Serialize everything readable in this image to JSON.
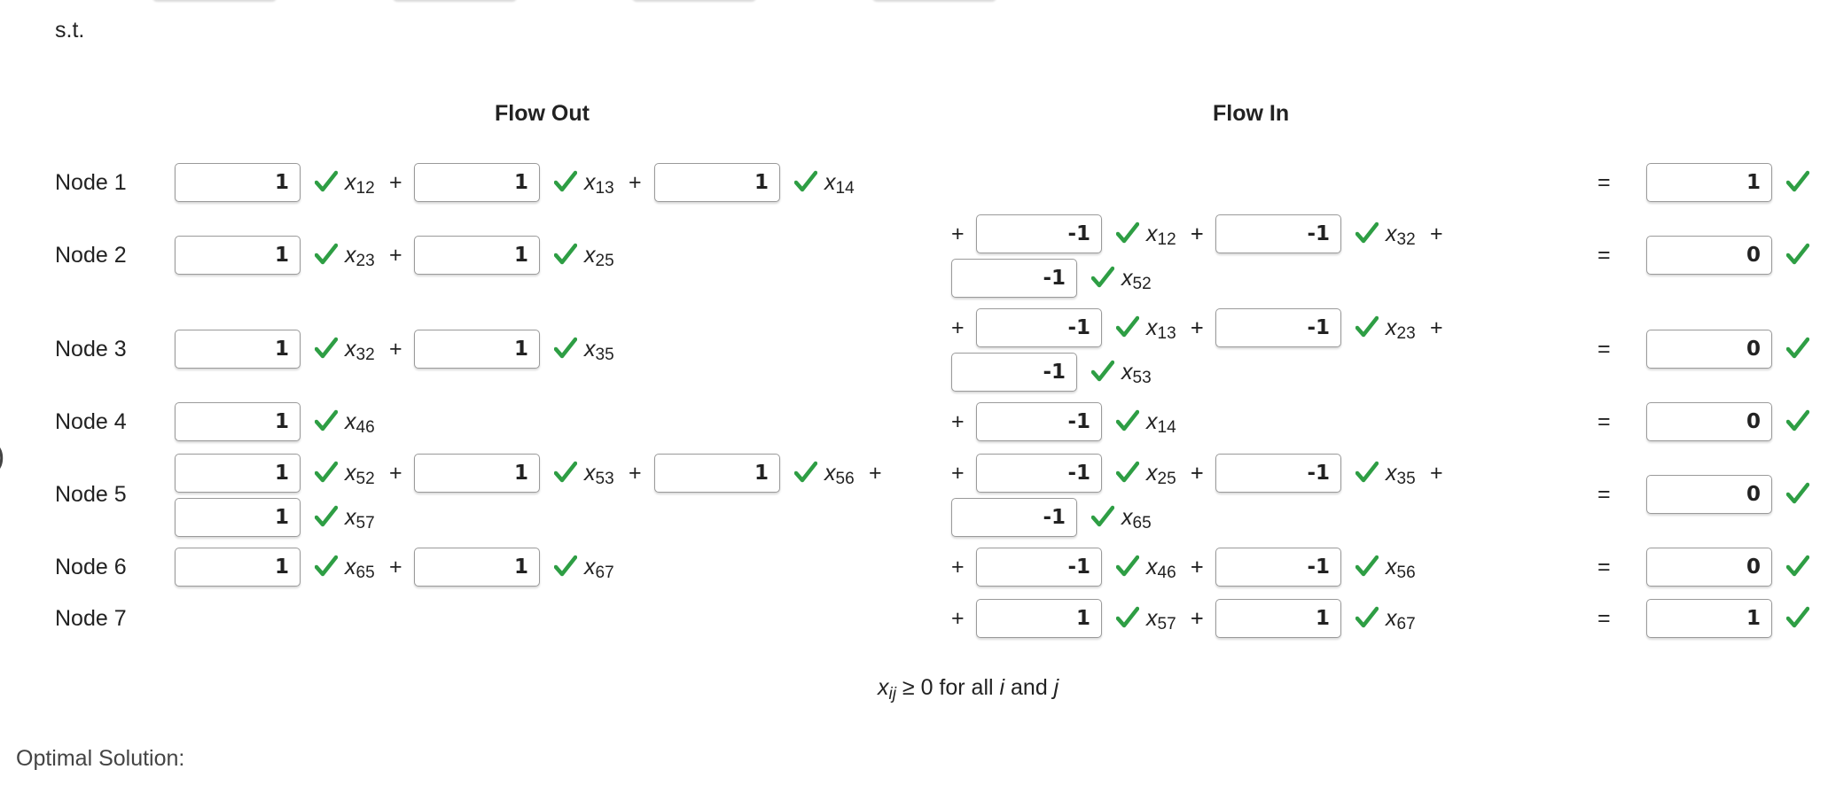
{
  "subject_to_label": "s.t.",
  "flow_out_header": "Flow Out",
  "flow_in_header": "Flow In",
  "nonnegativity": {
    "pre": "x",
    "sub": "ij",
    "mid": " ≥ 0 for all ",
    "i": "i",
    "and": " and ",
    "j": "j"
  },
  "optimal_solution_label": "Optimal Solution:",
  "check_color": "#2e9e44",
  "nodes": [
    {
      "label": "Node 1",
      "rhs": "1",
      "out_vals": [
        "1",
        "1",
        "1"
      ],
      "out_vars": [
        "12",
        "13",
        "14"
      ],
      "in_vals": [],
      "in_vars": []
    },
    {
      "label": "Node 2",
      "rhs": "0",
      "out_vals": [
        "1",
        "1"
      ],
      "out_vars": [
        "23",
        "25"
      ],
      "in_vals": [
        "-1",
        "-1",
        "-1"
      ],
      "in_vars": [
        "12",
        "32",
        "52"
      ]
    },
    {
      "label": "Node 3",
      "rhs": "0",
      "out_vals": [
        "1",
        "1"
      ],
      "out_vars": [
        "32",
        "35"
      ],
      "in_vals": [
        "-1",
        "-1",
        "-1"
      ],
      "in_vars": [
        "13",
        "23",
        "53"
      ]
    },
    {
      "label": "Node 4",
      "rhs": "0",
      "out_vals": [
        "1"
      ],
      "out_vars": [
        "46"
      ],
      "in_vals": [
        "-1"
      ],
      "in_vars": [
        "14"
      ]
    },
    {
      "label": "Node 5",
      "rhs": "0",
      "out_vals": [
        "1",
        "1",
        "1",
        "1"
      ],
      "out_vars": [
        "52",
        "53",
        "56",
        "57"
      ],
      "in_vals": [
        "-1",
        "-1",
        "-1"
      ],
      "in_vars": [
        "25",
        "35",
        "65"
      ]
    },
    {
      "label": "Node 6",
      "rhs": "0",
      "out_vals": [
        "1",
        "1"
      ],
      "out_vars": [
        "65",
        "67"
      ],
      "in_vals": [
        "-1",
        "-1"
      ],
      "in_vars": [
        "46",
        "56"
      ]
    },
    {
      "label": "Node 7",
      "rhs": "1",
      "out_vals": [],
      "out_vars": [],
      "in_vals": [
        "1",
        "1"
      ],
      "in_vars": [
        "57",
        "67"
      ]
    }
  ]
}
